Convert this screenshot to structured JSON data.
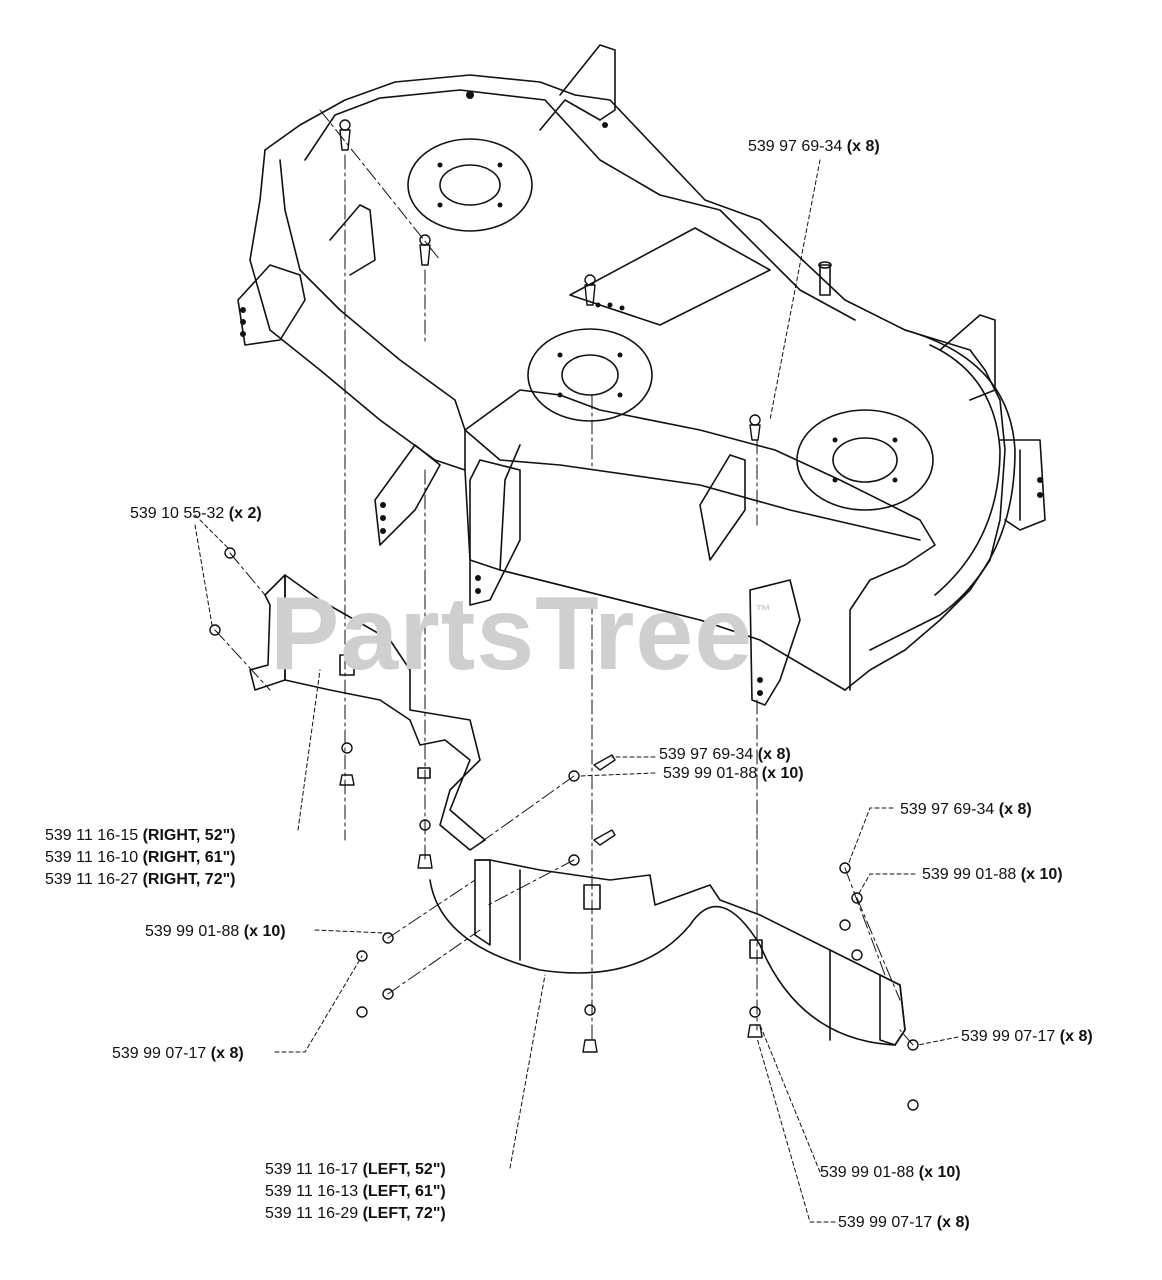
{
  "watermark": {
    "text": "PartsTree",
    "mark": "™"
  },
  "callouts": [
    {
      "id": "c1",
      "part": "539 97 69-34",
      "qty": "(x 8)"
    },
    {
      "id": "c2",
      "part": "539 10 55-32",
      "qty": "(x 2)"
    },
    {
      "id": "c3",
      "part": "539 97 69-34",
      "qty": "(x 8)"
    },
    {
      "id": "c4",
      "part": "539 99 01-88",
      "qty": "(x 10)"
    },
    {
      "id": "c5",
      "part": "539 97 69-34",
      "qty": "(x 8)"
    },
    {
      "id": "c6",
      "part": "539 99 01-88",
      "qty": "(x 10)"
    },
    {
      "id": "c7",
      "part": "539 99 01-88",
      "qty": "(x 10)"
    },
    {
      "id": "c8",
      "part": "539 99 07-17",
      "qty": "(x 8)"
    },
    {
      "id": "c9",
      "part": "539 99 07-17",
      "qty": "(x 8)"
    },
    {
      "id": "c10",
      "part": "539 99 01-88",
      "qty": "(x 10)"
    },
    {
      "id": "c11",
      "part": "539 99 07-17",
      "qty": "(x 8)"
    }
  ],
  "right_group": [
    {
      "part": "539 11 16-15",
      "qty": "(RIGHT, 52\")"
    },
    {
      "part": "539 11 16-10",
      "qty": "(RIGHT, 61\")"
    },
    {
      "part": "539 11 16-27",
      "qty": "(RIGHT, 72\")"
    }
  ],
  "left_group": [
    {
      "part": "539 11 16-17",
      "qty": "(LEFT, 52\")"
    },
    {
      "part": "539 11 16-13",
      "qty": "(LEFT, 61\")"
    },
    {
      "part": "539 11 16-29",
      "qty": "(LEFT, 72\")"
    }
  ]
}
